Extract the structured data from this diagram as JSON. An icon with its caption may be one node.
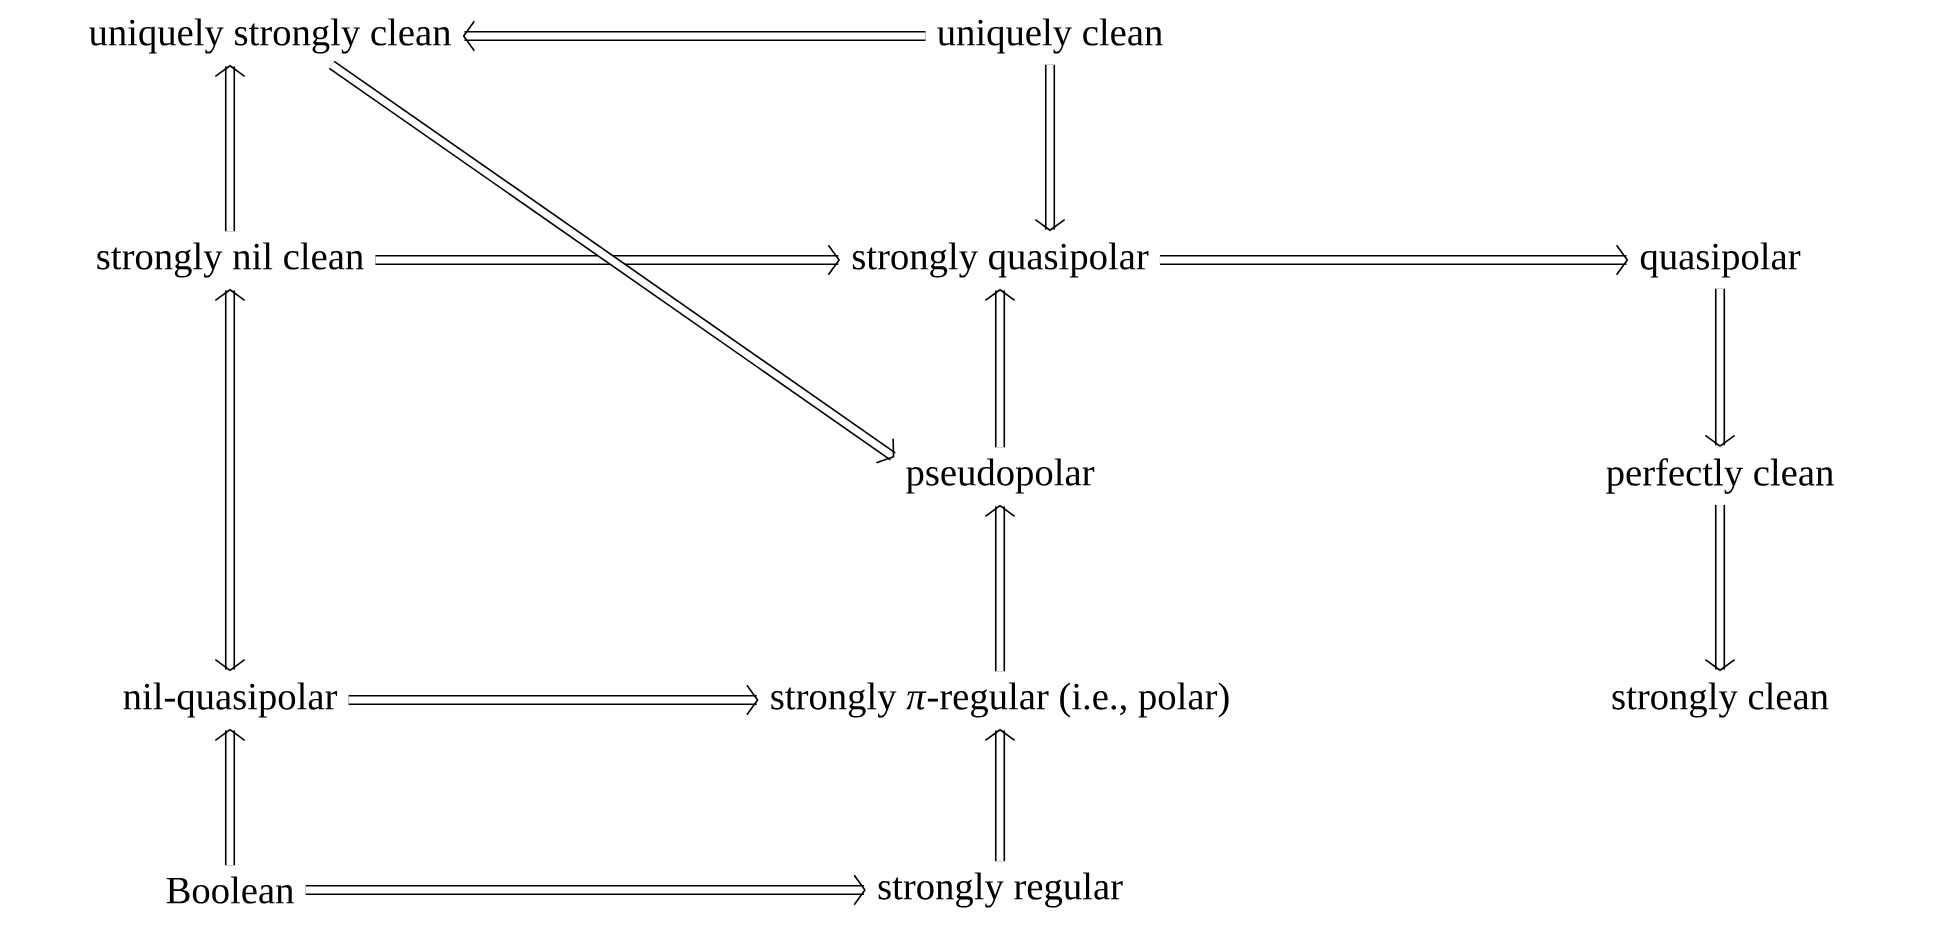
{
  "diagram": {
    "nodes": [
      {
        "text": [
          "uniquely strongly clean"
        ]
      },
      {
        "text": [
          "uniquely clean"
        ]
      },
      {
        "text": [
          "strongly nil clean"
        ]
      },
      {
        "text": [
          "strongly quasipolar"
        ]
      },
      {
        "text": [
          "quasipolar"
        ]
      },
      {
        "text": [
          "pseudopolar"
        ]
      },
      {
        "text": [
          "perfectly clean"
        ]
      },
      {
        "text": [
          "nil-quasipolar"
        ]
      },
      {
        "text": [
          "strongly *π*-regular (i.e., polar)"
        ]
      },
      {
        "text": [
          "strongly clean"
        ]
      },
      {
        "text": [
          "Boolean"
        ]
      },
      {
        "text": [
          "strongly regular"
        ]
      }
    ],
    "edges": [
      {
        "from": 1,
        "to": 0,
        "arrow": "to"
      },
      {
        "from": 1,
        "to": 3,
        "arrow": "to"
      },
      {
        "from": 2,
        "to": 0,
        "arrow": "to"
      },
      {
        "from": 2,
        "to": 3,
        "arrow": "to"
      },
      {
        "from": 0,
        "to": 5,
        "arrow": "to"
      },
      {
        "from": 3,
        "to": 4,
        "arrow": "to"
      },
      {
        "from": 5,
        "to": 3,
        "arrow": "to"
      },
      {
        "from": 4,
        "to": 6,
        "arrow": "to"
      },
      {
        "from": 6,
        "to": 9,
        "arrow": "to"
      },
      {
        "from": 2,
        "to": 7,
        "arrow": "both"
      },
      {
        "from": 7,
        "to": 8,
        "arrow": "to"
      },
      {
        "from": 8,
        "to": 5,
        "arrow": "to"
      },
      {
        "from": 10,
        "to": 7,
        "arrow": "to"
      },
      {
        "from": 10,
        "to": 11,
        "arrow": "to"
      },
      {
        "from": 11,
        "to": 8,
        "arrow": "to"
      }
    ]
  }
}
